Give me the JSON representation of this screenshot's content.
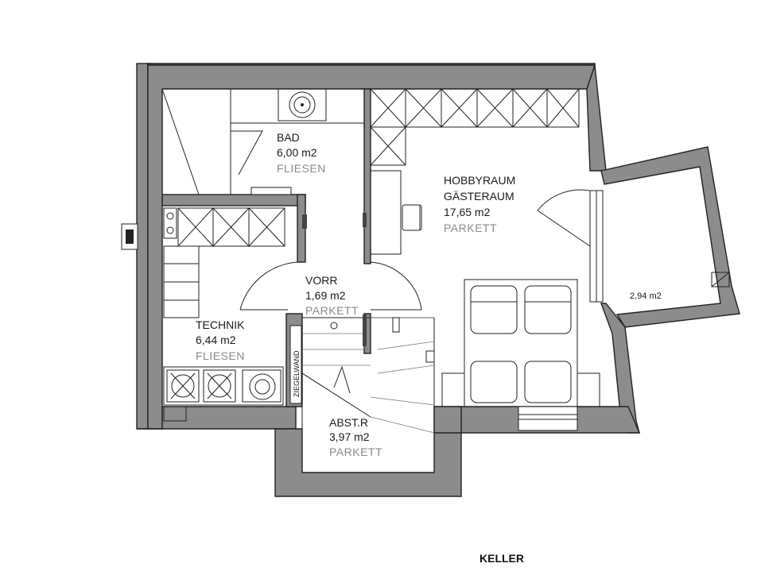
{
  "floor_title": "KELLER",
  "rooms": {
    "bad": {
      "name": "BAD",
      "area": "6,00 m2",
      "floor": "FLIESEN"
    },
    "hobby": {
      "name1": "HOBBYRAUM",
      "name2": "GÄSTERAUM",
      "area": "17,65 m2",
      "floor": "PARKETT"
    },
    "vorr": {
      "name": "VORR",
      "area": "1,69 m2",
      "floor": "PARKETT"
    },
    "technik": {
      "name": "TECHNIK",
      "area": "6,44 m2",
      "floor": "FLIESEN"
    },
    "abstr": {
      "name": "ABST.R",
      "area": "3,97 m2",
      "floor": "PARKETT"
    },
    "lightwell": {
      "area": "2,94 m2"
    }
  },
  "wall_label": "ZIEGELWAND",
  "colors": {
    "wall_fill": "#8c8c8c",
    "line": "#222222",
    "floor_text": "#8a8a8a"
  }
}
